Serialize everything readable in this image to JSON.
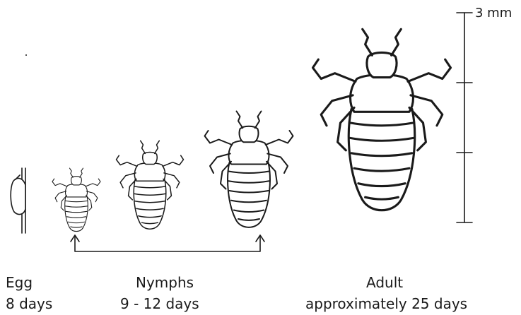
{
  "scale": {
    "label": "3 mm"
  },
  "stages": [
    {
      "name": "Egg",
      "duration": "8 days"
    },
    {
      "name": "Nymphs",
      "duration": "9 - 12 days"
    },
    {
      "name": "Adult",
      "duration": "approximately 25 days"
    }
  ]
}
